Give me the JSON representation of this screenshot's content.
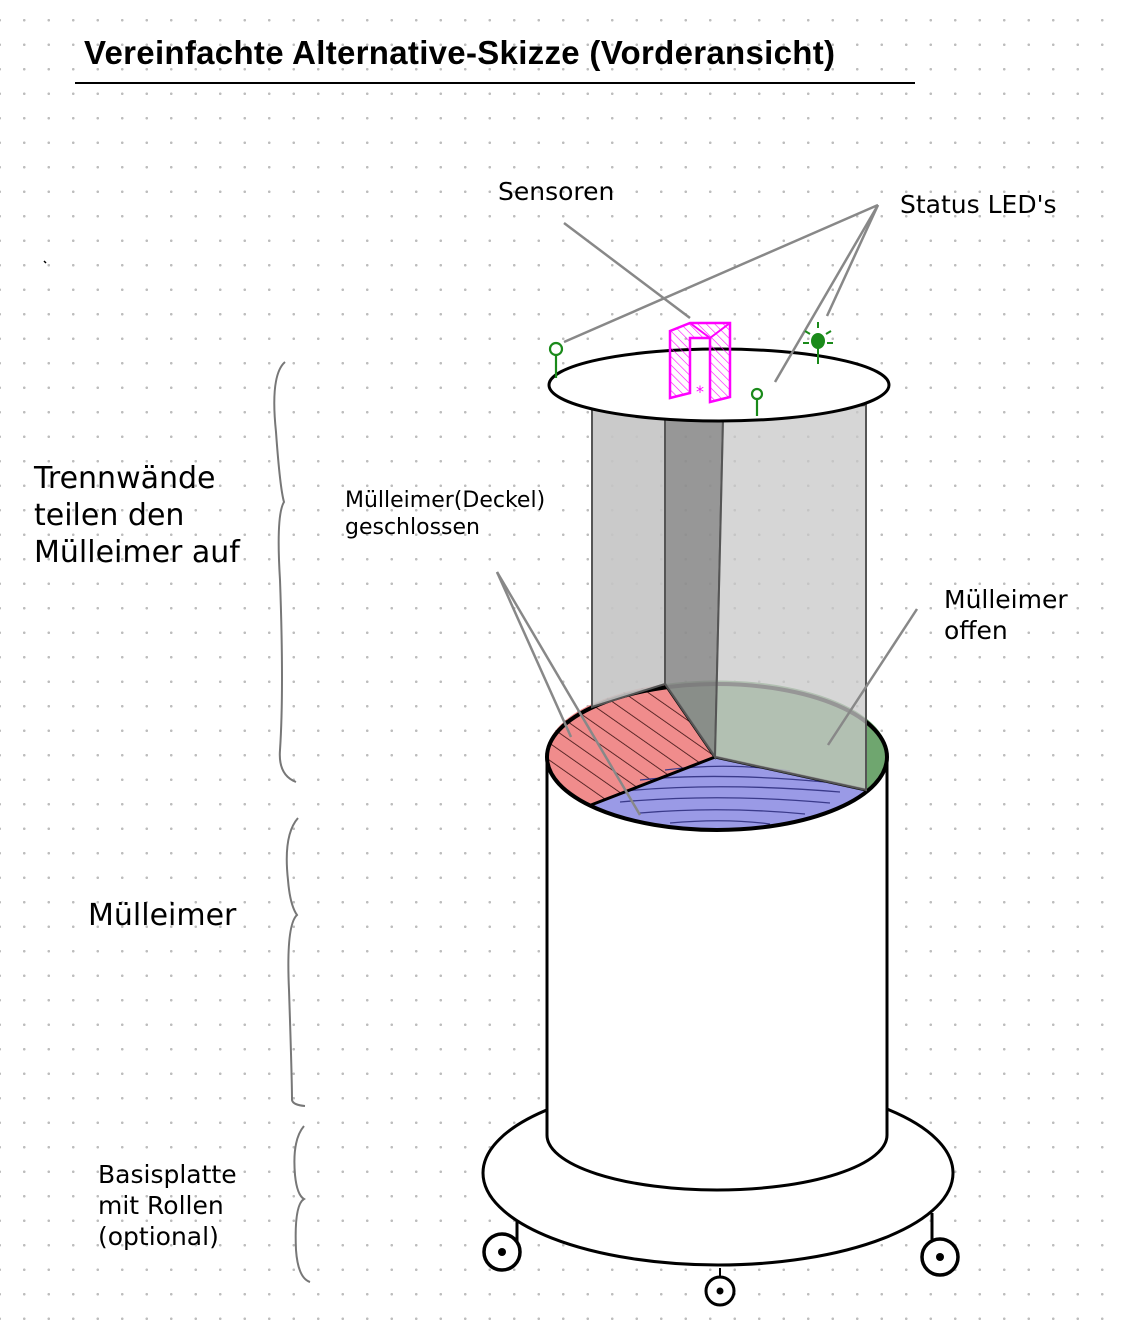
{
  "title": "Vereinfachte Alternative-Skizze (Vorderansicht)",
  "labels": {
    "sensors": "Sensoren",
    "status_leds": "Status LED's",
    "dividers": "Trennwände\nteilen den\nMülleimer auf",
    "lid_closed": "Mülleimer(Deckel)\ngeschlossen",
    "bin_open": "Mülleimer\noffen",
    "bin": "Mülleimer",
    "base_plate": "Basisplatte\nmit Rollen\n(optional)"
  },
  "colors": {
    "closed_compartment": "#f08c8c",
    "open_compartment": "#6fa66f",
    "blue_compartment": "#9a9ae6",
    "dividers": "#c8c8c8",
    "sensor": "#ff00ff",
    "led": "#1a8a1a"
  }
}
